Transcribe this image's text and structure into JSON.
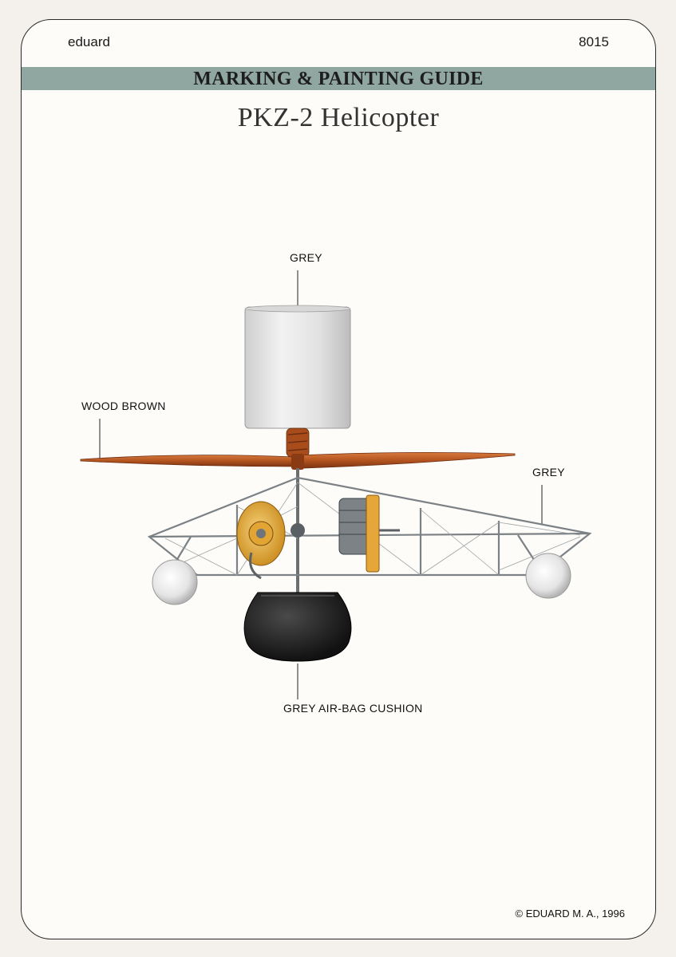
{
  "header": {
    "brand": "eduard",
    "kit_number": "8015"
  },
  "guide_title": "MARKING & PAINTING GUIDE",
  "model_title": "PKZ-2 Helicopter",
  "callouts": {
    "rotor_housing": "GREY",
    "propeller": "WOOD BROWN",
    "frame": "GREY",
    "cushion": "GREY AIR-BAG CUSHION"
  },
  "footer": {
    "copyright": "© EDUARD M. A., 1996"
  },
  "colors": {
    "band": "#8fa7a0",
    "wood_brown": "#b85a25",
    "grey_drum": "#e6e6e6",
    "airbag": "#1e1e1e",
    "engine_yellow": "#e8b040"
  }
}
